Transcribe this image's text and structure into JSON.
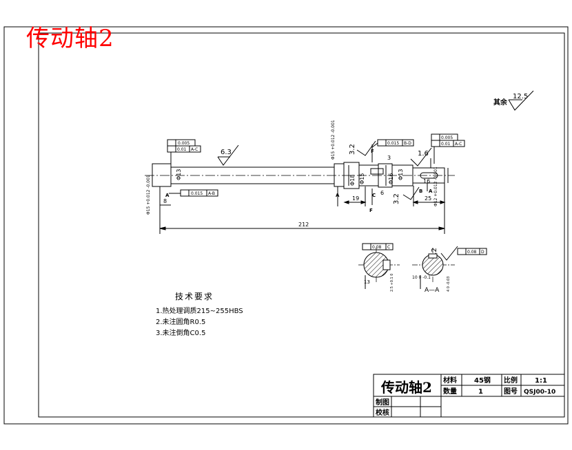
{
  "overlay": {
    "title": "传动轴2",
    "color": "#ff0000"
  },
  "surface_note": {
    "label": "其余",
    "value": "12.5"
  },
  "roughness": {
    "r1": "6.3",
    "r2": "3.2",
    "r3": "1.6",
    "r4": "3.2",
    "r5": "3.2"
  },
  "tolerances": {
    "t1": "0.005",
    "t2": "0.01",
    "t2_ref": "A-C",
    "t3": "0.015",
    "t3_ref": "A-B",
    "t4": "0.015",
    "t4_ref": "B-D",
    "t5": "0.005",
    "t6": "0.01",
    "t6_ref": "A-C",
    "t7": "0.08",
    "t7_ref": "C",
    "t8": "0.08",
    "t8_ref": "D"
  },
  "dimensions": {
    "total": "212",
    "d19": "19",
    "d25": "25",
    "d6": "6",
    "d8": "8",
    "d3": "3",
    "d16": "16",
    "phi13": "Φ13",
    "phi18": "Φ18",
    "phi15": "Φ15",
    "phi16": "Φ16",
    "phi15_left": "Φ15 +0.012 -0.001",
    "phi15_mid": "Φ15 +0.012 -0.001",
    "phi12": "Φ12 +0.012 -0.001",
    "sec1_a": "13",
    "sec1_b": "2.5 +0.1 0",
    "sec2_a": "10 0 -0.1",
    "sec2_b": "4 0 -0.03",
    "label_A": "A",
    "label_B": "B",
    "label_C": "C",
    "label_D": "D",
    "label_F": "F",
    "label_AA": "A—A"
  },
  "tech_requirements": {
    "heading": "技术要求",
    "items": [
      "1.热处理调质215~255HBS",
      "2.未注圆角R0.5",
      "3.未注倒角C0.5"
    ]
  },
  "title_block": {
    "part_name": "传动轴2",
    "material_label": "材料",
    "material_value": "45钢",
    "scale_label": "比例",
    "scale_value": "1:1",
    "qty_label": "数量",
    "qty_value": "1",
    "drawing_no_label": "图号",
    "drawing_no_value": "QSJ00-10",
    "drawn_label": "制图",
    "checked_label": "校核"
  }
}
